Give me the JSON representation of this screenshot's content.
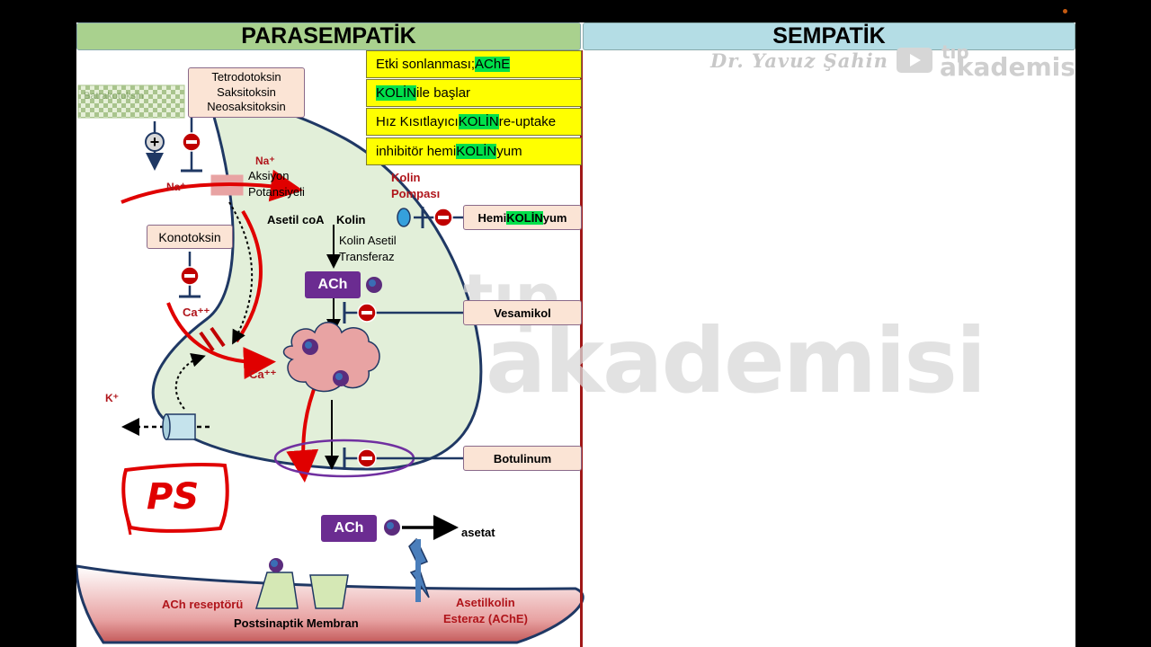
{
  "headers": {
    "left": "PARASEMPATİK",
    "right": "SEMPATİK"
  },
  "watermark": {
    "signature": "Dr. Yavuz Şahin",
    "logo_top": "tıp",
    "logo_bottom": "akademisi",
    "center_top": "tıp",
    "center_bottom": "akademisi"
  },
  "info_boxes": [
    {
      "pre": "Etki sonlanması; ",
      "hl": "AChE",
      "post": ""
    },
    {
      "pre": "",
      "hl": "KOLİN",
      "post": " ile başlar"
    },
    {
      "pre": "Hız Kısıtlayıcı ",
      "hl": "KOLİN",
      "post": " re-uptake"
    },
    {
      "pre": "inhibitör hemi",
      "hl": "KOLİN",
      "post": "yum"
    }
  ],
  "toxins": {
    "tetrodo": [
      "Tetrodotoksin",
      "Saksitoksin",
      "Neosaksitoksin"
    ],
    "batracho": "Batrakotoksin",
    "konotoksin": "Konotoksin"
  },
  "drugs": {
    "hemikolinyum": {
      "pre": "Hemi",
      "hl": "KOLİN",
      "post": "yum"
    },
    "vesamikol": "Vesamikol",
    "botulinum": "Botulinum"
  },
  "labels": {
    "na_top": "Na⁺",
    "aksiyon": "Aksiyon",
    "potansiyeli": "Potansiyeli",
    "na_left": "Na⁺",
    "kolin_pompasi_1": "Kolin",
    "kolin_pompasi_2": "Pompası",
    "asetil_coa": "Asetil coA",
    "kolin": "Kolin",
    "kat_1": "Kolin Asetil",
    "kat_2": "Transferaz",
    "ca_top": "Ca⁺⁺",
    "ca_bottom": "Ca⁺⁺",
    "k": "K⁺",
    "ach_top": "ACh",
    "ach_bottom": "ACh",
    "asetat": "asetat",
    "ach_reseptoru": "ACh reseptörü",
    "postsinaptik": "Postsinaptik Membran",
    "ache_1": "Asetilkolin",
    "ache_2": "Esteraz (AChE)",
    "handwriting": "PS"
  },
  "colors": {
    "header_left": "#a9d18e",
    "header_right": "#b4dde5",
    "terminal": "#e2efd9",
    "highlight": "#00e04a",
    "yellow": "#ffff00",
    "ach": "#6b2c91",
    "red": "#c00000"
  }
}
